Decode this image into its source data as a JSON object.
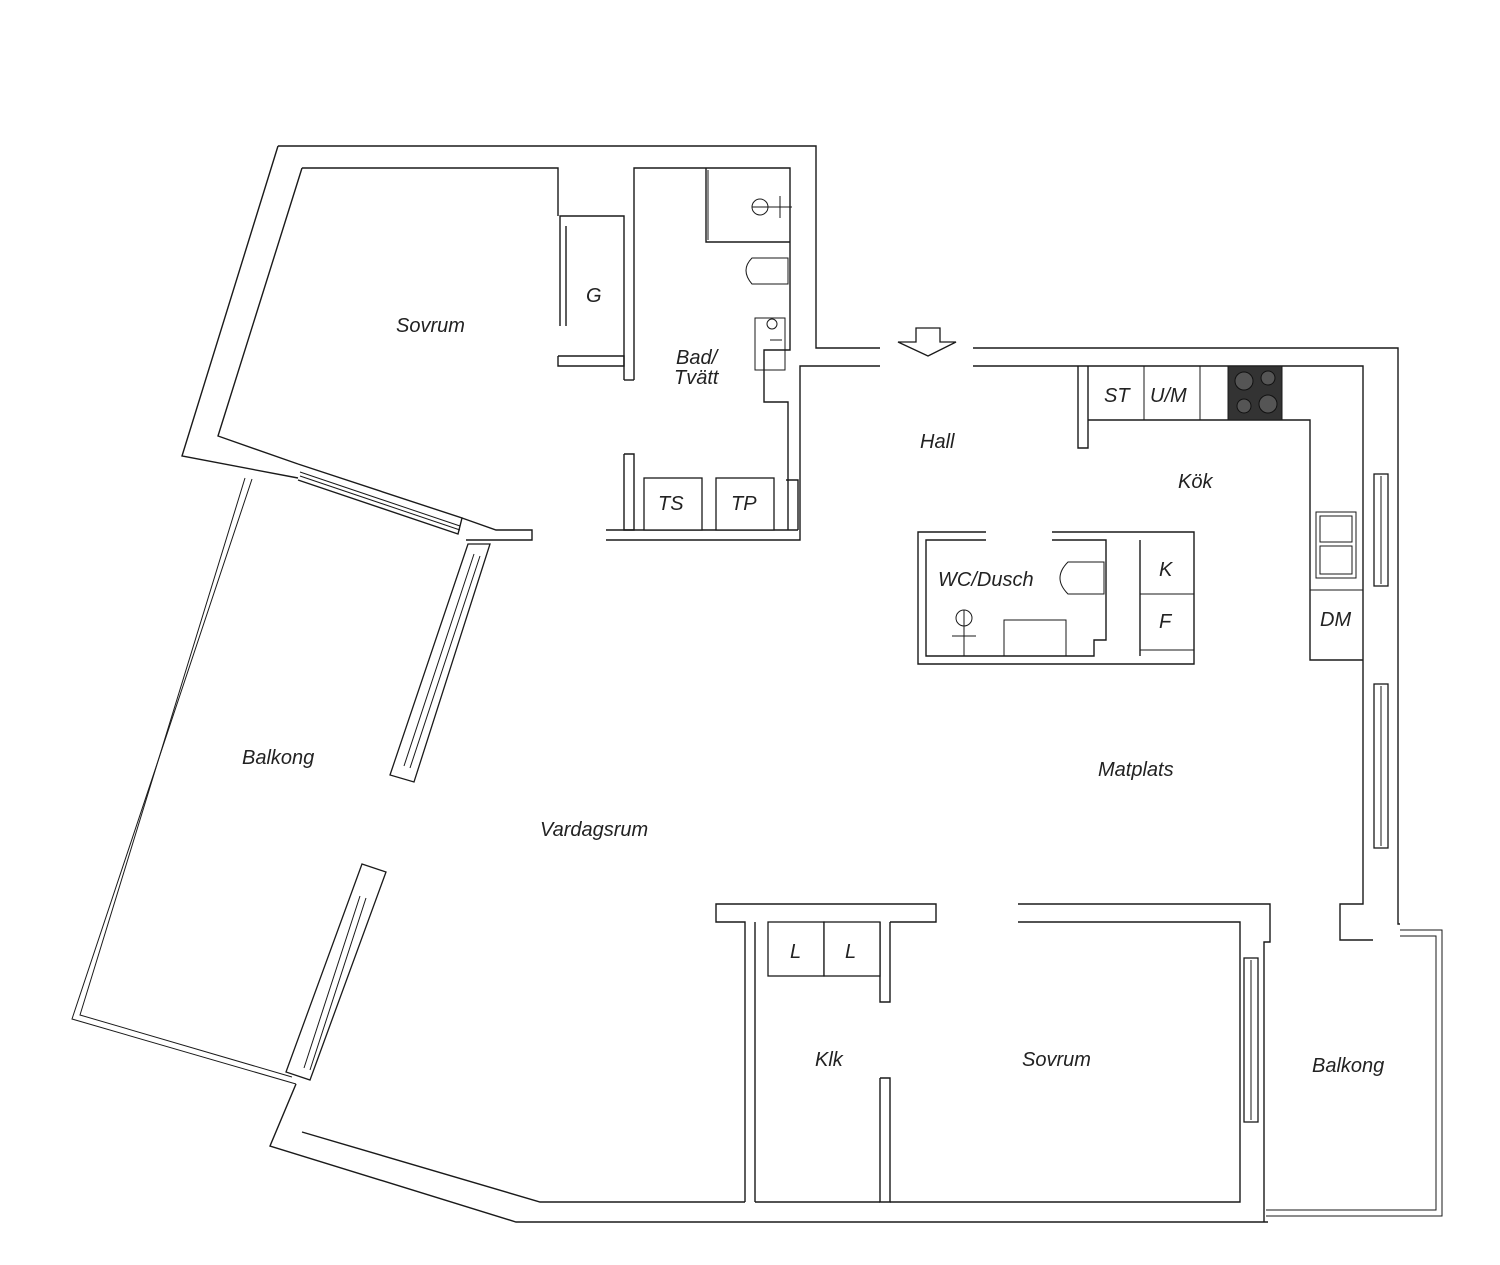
{
  "rooms": {
    "sovrum_top": "Sovrum",
    "garderob": "G",
    "bad_line1": "Bad/",
    "bad_line2": "Tvätt",
    "tvattmaskin": "TS",
    "torktumlare": "TP",
    "hall": "Hall",
    "kok": "Kök",
    "spis": "ST",
    "ugn_micro": "U/M",
    "wc_dusch": "WC/Dusch",
    "kyl": "K",
    "frys": "F",
    "diskmaskin": "DM",
    "balkong_left": "Balkong",
    "vardagsrum": "Vardagsrum",
    "matplats": "Matplats",
    "linne_1": "L",
    "linne_2": "L",
    "klk": "Klk",
    "sovrum_bottom": "Sovrum",
    "balkong_right": "Balkong"
  },
  "colors": {
    "line": "#1a1a1a",
    "background": "#ffffff",
    "hob": "#333333"
  }
}
